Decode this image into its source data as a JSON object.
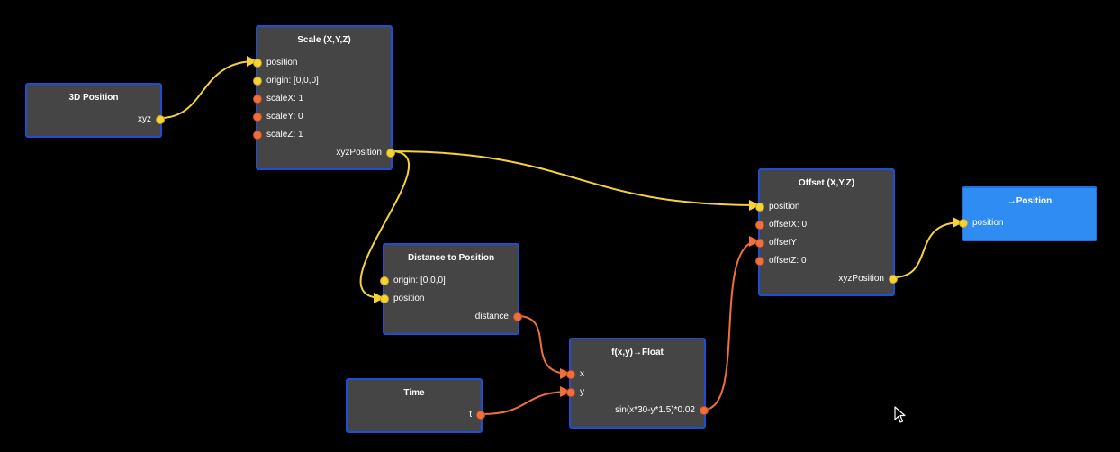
{
  "colors": {
    "background": "#000000",
    "node_body": "#454545",
    "node_border": "#1a4fd6",
    "output_node_body": "#2f8cf2",
    "vector_port": "#f7d237",
    "scalar_port": "#f06f3b"
  },
  "nodes": {
    "position3d": {
      "title": "3D Position",
      "outputs": [
        "xyz"
      ]
    },
    "scale": {
      "title": "Scale (X,Y,Z)",
      "inputs": [
        "position",
        "origin: [0,0,0]",
        "scaleX: 1",
        "scaleY: 0",
        "scaleZ: 1"
      ],
      "outputs": [
        "xyzPosition"
      ]
    },
    "distance": {
      "title": "Distance to Position",
      "inputs": [
        "origin: [0,0,0]",
        "position"
      ],
      "outputs": [
        "distance"
      ]
    },
    "time": {
      "title": "Time",
      "outputs": [
        "t"
      ]
    },
    "fxy": {
      "title": "f(x,y)→Float",
      "inputs": [
        "x",
        "y"
      ],
      "outputs": [
        "sin(x*30-y*1.5)*0.02"
      ]
    },
    "offset": {
      "title": "Offset (X,Y,Z)",
      "inputs": [
        "position",
        "offsetX: 0",
        "offsetY",
        "offsetZ: 0"
      ],
      "outputs": [
        "xyzPosition"
      ]
    },
    "out_position": {
      "title": "→Position",
      "inputs": [
        "position"
      ]
    }
  },
  "connections": [
    {
      "from": "position3d.xyz",
      "to": "scale.position",
      "kind": "vector"
    },
    {
      "from": "scale.xyzPosition",
      "to": "offset.position",
      "kind": "vector"
    },
    {
      "from": "scale.xyzPosition",
      "to": "distance.position",
      "kind": "vector"
    },
    {
      "from": "distance.distance",
      "to": "fxy.x",
      "kind": "scalar"
    },
    {
      "from": "time.t",
      "to": "fxy.y",
      "kind": "scalar"
    },
    {
      "from": "fxy.result",
      "to": "offset.offsetY",
      "kind": "scalar"
    },
    {
      "from": "offset.xyzPosition",
      "to": "out_position.position",
      "kind": "vector"
    }
  ]
}
